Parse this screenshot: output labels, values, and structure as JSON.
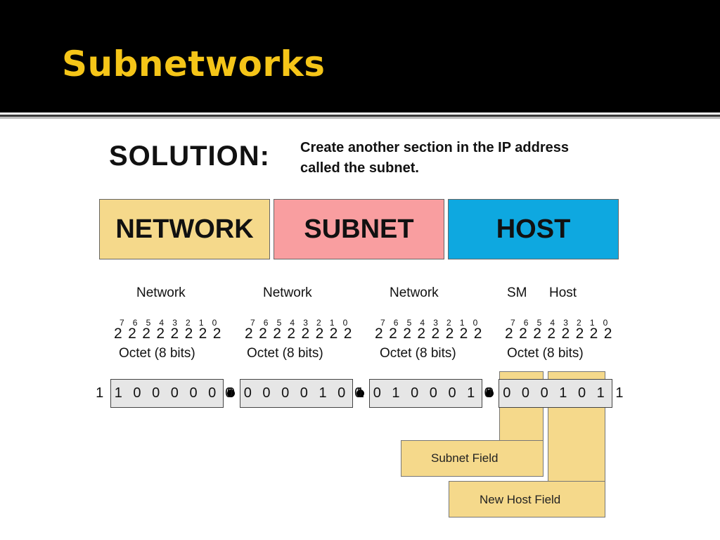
{
  "slide": {
    "title": "Subnetworks"
  },
  "solution": {
    "label": "SOLUTION:",
    "text": "Create another section in the IP address called the subnet."
  },
  "blocks": {
    "network": "NETWORK",
    "subnet": "SUBNET",
    "host": "HOST"
  },
  "octets": [
    {
      "heading": "Network",
      "bit_positions": "7 6 5 4 3 2 1 0",
      "powers": "2 2 2 2 2 2 2 2",
      "label": "Octet (8 bits)",
      "value": "1 1 0 0 0 0 0 0"
    },
    {
      "heading": "Network",
      "bit_positions": "7 6 5 4 3 2 1 0",
      "powers": "2 2 2 2 2 2 2 2",
      "label": "Octet (8 bits)",
      "value": "0 0 0 0 0 1 0 1"
    },
    {
      "heading": "Network",
      "bit_positions": "7 6 5 4 3 2 1 0",
      "powers": "2 2 2 2 2 2 2 2",
      "label": "Octet (8 bits)",
      "value": "0 0 1 0 0 0 1 0"
    },
    {
      "heading_sm": "SM",
      "heading_host": "Host",
      "bit_positions": "7 6 5 4 3 2 1 0",
      "powers": "2 2 2 2 2 2 2 2",
      "label": "Octet (8 bits)",
      "value": "0 0 0 0 1 0 1 1"
    }
  ],
  "fields": {
    "subnet": "Subnet Field",
    "new_host": "New Host Field"
  },
  "colors": {
    "title": "#f5c518",
    "network": "#f5d98b",
    "subnet": "#f99ea0",
    "host": "#0ea8e0"
  }
}
